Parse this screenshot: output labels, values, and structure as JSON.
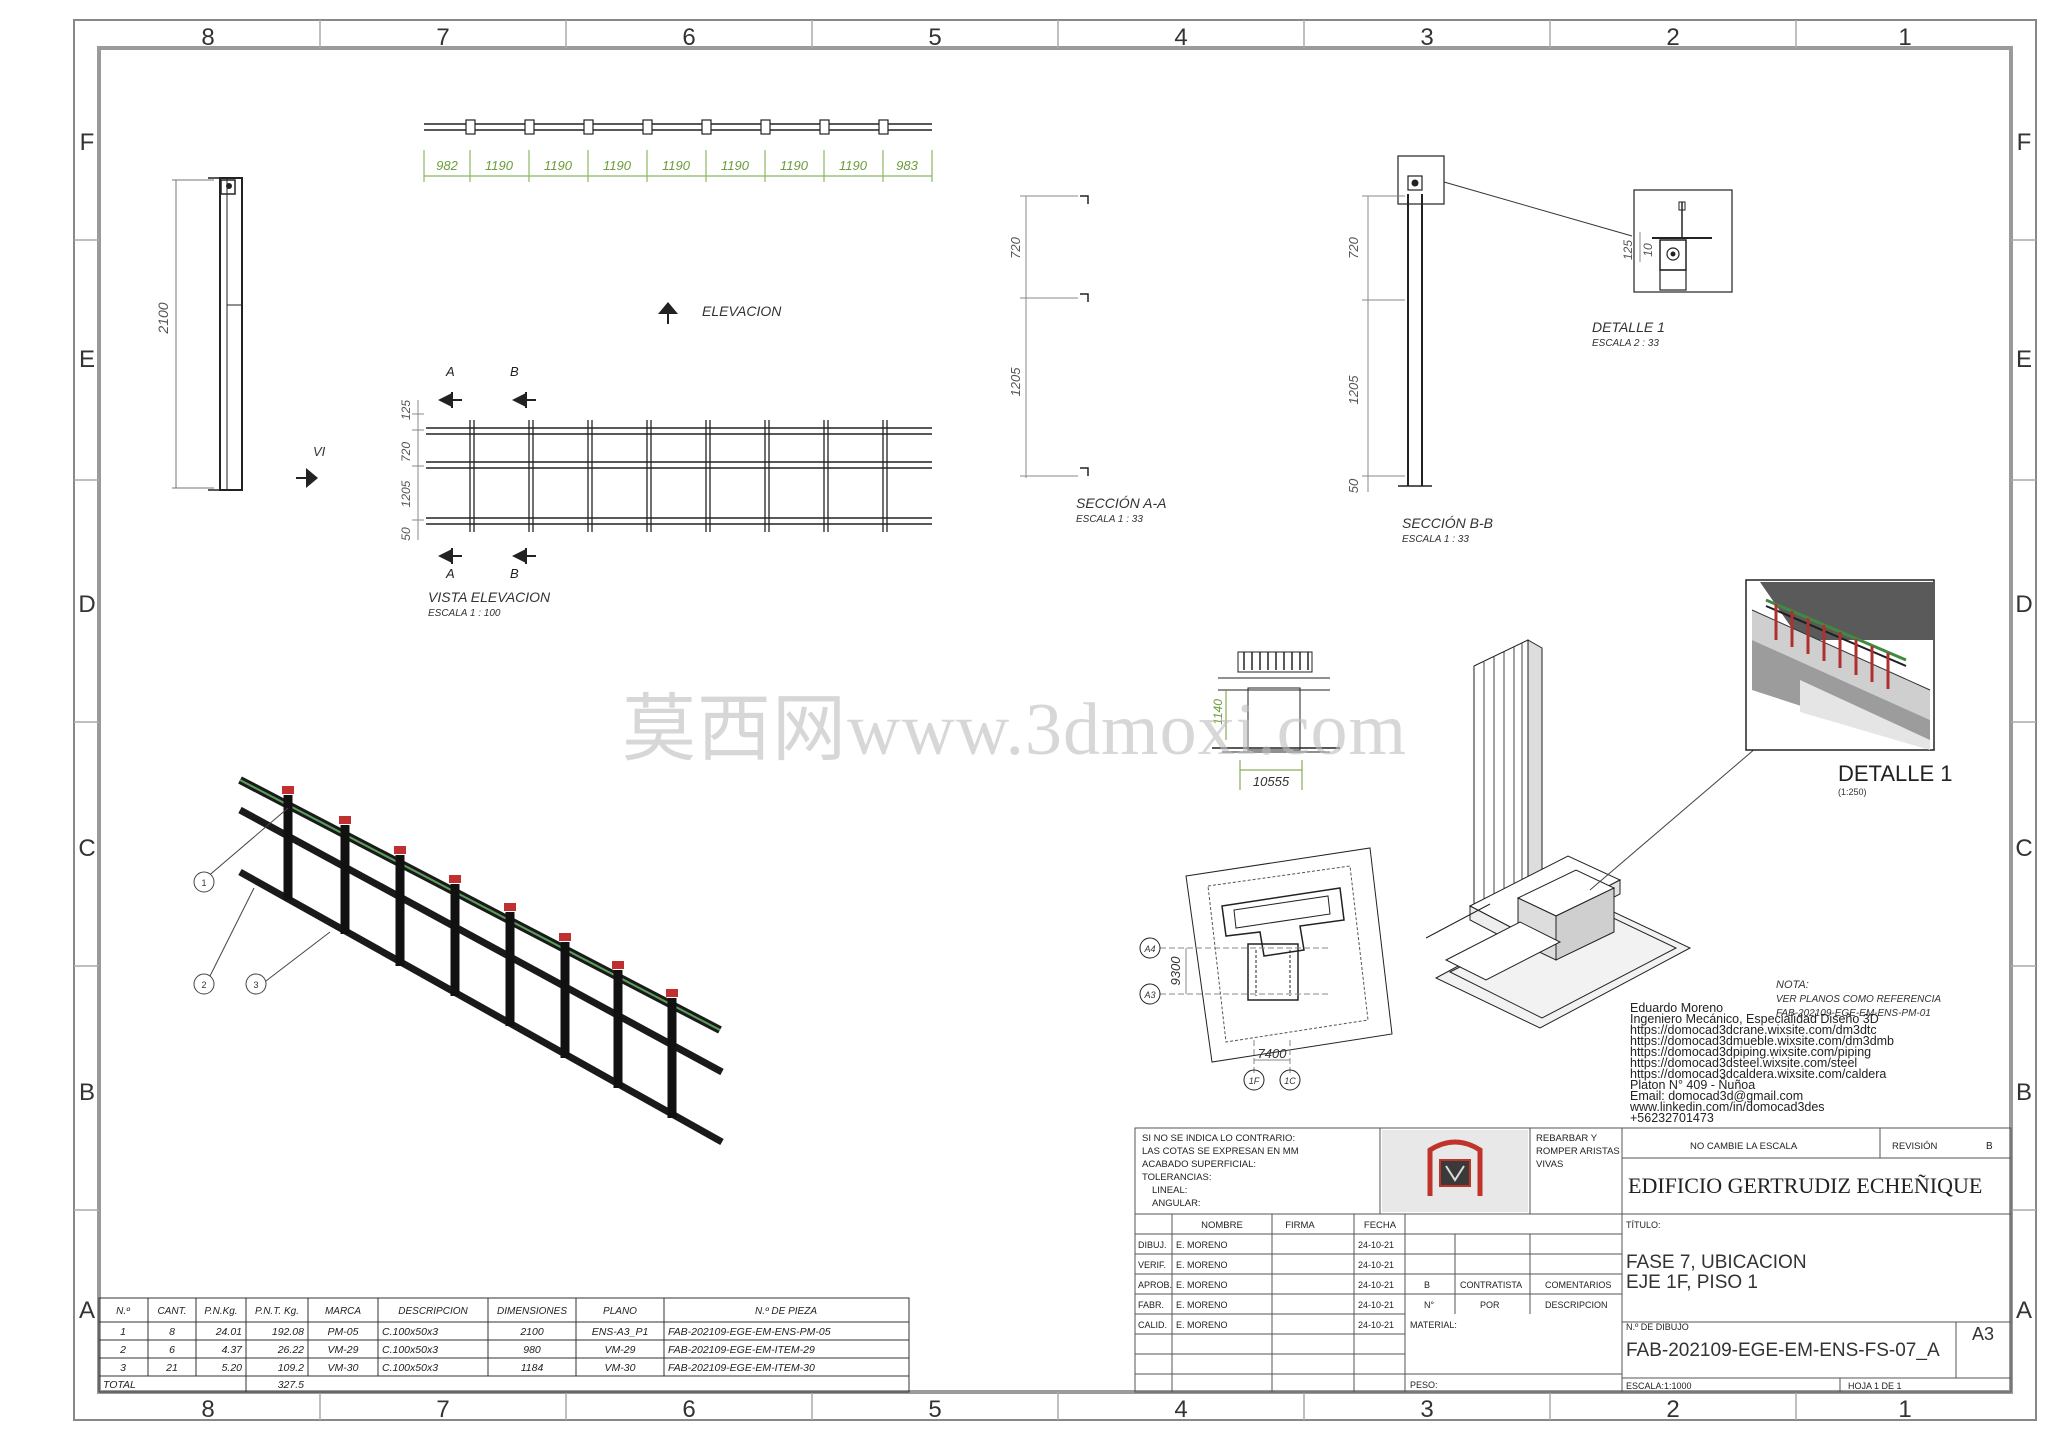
{
  "border": {
    "columns": [
      "8",
      "7",
      "6",
      "5",
      "4",
      "3",
      "2",
      "1"
    ],
    "rows": [
      "F",
      "E",
      "D",
      "C",
      "B",
      "A"
    ]
  },
  "views": {
    "plan_dims": [
      "982",
      "1190",
      "1190",
      "1190",
      "1190",
      "1190",
      "1190",
      "1190",
      "983"
    ],
    "left_height": "2100",
    "elevation_arrow_label": "ELEVACION",
    "vi_label": "VI",
    "section_marks": {
      "a": "A",
      "b": "B"
    },
    "elev_vert_dims": [
      "125",
      "720",
      "1205",
      "50"
    ],
    "vista_title": "VISTA ELEVACION",
    "vista_scale": "ESCALA 1 : 100",
    "secA_dims": [
      "720",
      "1205"
    ],
    "secA_title": "SECCIÓN A-A",
    "secA_scale": "ESCALA 1 : 33",
    "secB_dims": [
      "720",
      "1205",
      "50"
    ],
    "secB_title": "SECCIÓN B-B",
    "secB_scale": "ESCALA 1 : 33",
    "detail1_dims": [
      "125",
      "10"
    ],
    "detail1_title": "DETALLE 1",
    "detail1_scale": "ESCALA 2 : 33",
    "detail_iso_title": "DETALLE 1",
    "detail_iso_scale": "(1:250)",
    "plan_small_dims": [
      "1140",
      "10555"
    ],
    "site_dims": [
      "9300",
      "7400"
    ],
    "site_axes": [
      "A4",
      "A3",
      "1F",
      "1C"
    ],
    "balloons": [
      "1",
      "2",
      "3"
    ]
  },
  "watermark": "莫西网www.3dmoxi.com",
  "notes": {
    "nota_title": "NOTA:",
    "nota_text": "VER PLANOS COMO REFERENCIA",
    "nota_code": "FAB-202109-EGE-EM-ENS-PM-01",
    "author_lines": [
      "Eduardo Moreno",
      "Ingeniero Mecánico, Especialidad Diseño 3D",
      "https://domocad3dcrane.wixsite.com/dm3dtc",
      "https://domocad3dmueble.wixsite.com/dm3dmb",
      "https://domocad3dpiping.wixsite.com/piping",
      "https://domocad3dsteel.wixsite.com/steel",
      "https://domocad3dcaldera.wixsite.com/caldera",
      "Platon N° 409 - Ñuñoa",
      "Email: domocad3d@gmail.com",
      "www.linkedin.com/in/domocad3des",
      "+56232701473"
    ]
  },
  "bom": {
    "headers": [
      "N.º",
      "CANT.",
      "P.N.Kg.",
      "P.N.T. Kg.",
      "MARCA",
      "DESCRIPCION",
      "DIMENSIONES",
      "PLANO",
      "N.º DE PIEZA"
    ],
    "rows": [
      [
        "1",
        "8",
        "24.01",
        "192.08",
        "PM-05",
        "C.100x50x3",
        "2100",
        "ENS-A3_P1",
        "FAB-202109-EGE-EM-ENS-PM-05"
      ],
      [
        "2",
        "6",
        "4.37",
        "26.22",
        "VM-29",
        "C.100x50x3",
        "980",
        "VM-29",
        "FAB-202109-EGE-EM-ITEM-29"
      ],
      [
        "3",
        "21",
        "5.20",
        "109.2",
        "VM-30",
        "C.100x50x3",
        "1184",
        "VM-30",
        "FAB-202109-EGE-EM-ITEM-30"
      ]
    ],
    "total_label": "TOTAL",
    "total_value": "327.5"
  },
  "title_block": {
    "general_notes": [
      "SI NO SE INDICA LO CONTRARIO:",
      "LAS COTAS SE EXPRESAN EN MM",
      "ACABADO SUPERFICIAL:",
      "TOLERANCIAS:",
      "LINEAL:",
      "ANGULAR:"
    ],
    "edge_notes": [
      "REBARBAR Y",
      "ROMPER ARISTAS",
      "VIVAS"
    ],
    "no_scale": "NO CAMBIE LA ESCALA",
    "revision_label": "REVISIÓN",
    "revision_value": "B",
    "project": "EDIFICIO GERTRUDIZ ECHEÑIQUE",
    "col_headers": [
      "NOMBRE",
      "FIRMA",
      "FECHA"
    ],
    "sign_rows": [
      {
        "role": "DIBUJ.",
        "name": "E. MORENO",
        "date": "24-10-21"
      },
      {
        "role": "VERIF.",
        "name": "E. MORENO",
        "date": "24-10-21"
      },
      {
        "role": "APROB.",
        "name": "E. MORENO",
        "date": "24-10-21"
      },
      {
        "role": "FABR.",
        "name": "E. MORENO",
        "date": "24-10-21"
      },
      {
        "role": "CALID.",
        "name": "E. MORENO",
        "date": "24-10-21"
      }
    ],
    "rev_cells": [
      "B",
      "CONTRATISTA",
      "COMENTARIOS",
      "N°",
      "POR",
      "DESCRIPCION"
    ],
    "material_label": "MATERIAL:",
    "peso_label": "PESO:",
    "titulo_label": "TÍTULO:",
    "title_line1": "FASE 7, UBICACION",
    "title_line2": "EJE 1F, PISO 1",
    "drawing_no_label": "N.º DE DIBUJO",
    "drawing_no": "FAB-202109-EGE-EM-ENS-FS-07_A",
    "sheet_size": "A3",
    "scale": "ESCALA:1:1000",
    "sheet": "HOJA 1 DE 1"
  },
  "colors": {
    "line": "#222222",
    "dim": "#5a5a5a",
    "dim_green": "#6b9c3a",
    "red": "#c0332b",
    "watermark": "#d6d6d6"
  }
}
